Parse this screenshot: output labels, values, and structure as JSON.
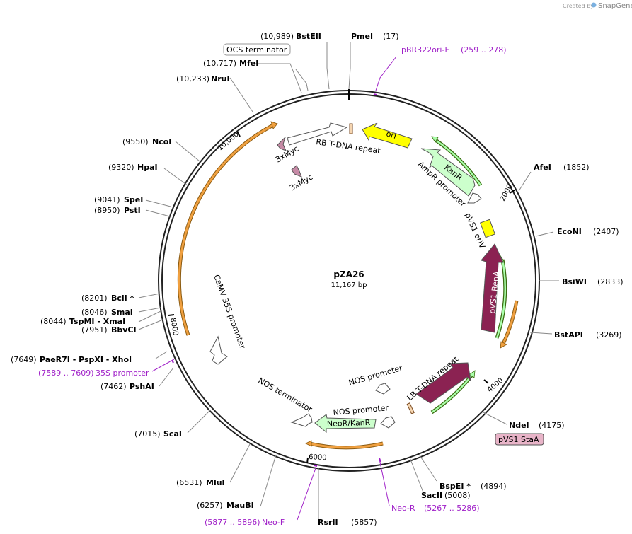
{
  "brand": {
    "created_by": "Created by",
    "name": "SnapGene"
  },
  "plasmid": {
    "name": "pZA26",
    "size": "11,167 bp"
  },
  "enzymes": [
    {
      "pos": "(10,989)",
      "name": "BstEII"
    },
    {
      "pos": "(17)",
      "name": "PmeI"
    },
    {
      "pos": "(10,717)",
      "name": "MfeI"
    },
    {
      "pos": "(10,233)",
      "name": "NruI"
    },
    {
      "pos": "(9550)",
      "name": "NcoI"
    },
    {
      "pos": "(9320)",
      "name": "HpaI"
    },
    {
      "pos": "(9041)",
      "name": "SpeI"
    },
    {
      "pos": "(8950)",
      "name": "PstI"
    },
    {
      "pos": "(8201)",
      "name": "BclI *"
    },
    {
      "pos": "(8046)",
      "name": "SmaI"
    },
    {
      "pos": "(8044)",
      "name": "TspMI  - XmaI"
    },
    {
      "pos": "(7951)",
      "name": "BbvCI"
    },
    {
      "pos": "(7649)",
      "name": "PaeR7I  - PspXI  - XhoI"
    },
    {
      "pos": "(7462)",
      "name": "PshAI"
    },
    {
      "pos": "(7015)",
      "name": "ScaI"
    },
    {
      "pos": "(6531)",
      "name": "MluI"
    },
    {
      "pos": "(6257)",
      "name": "MauBI"
    },
    {
      "pos": "(5857)",
      "name": "RsrII"
    },
    {
      "pos": "(5008)",
      "name": "SacII"
    },
    {
      "pos": "(4894)",
      "name": "BspEI *"
    },
    {
      "pos": "(4175)",
      "name": "NdeI"
    },
    {
      "pos": "(3269)",
      "name": "BstAPI"
    },
    {
      "pos": "(2833)",
      "name": "BsiWI"
    },
    {
      "pos": "(2407)",
      "name": "EcoNI"
    },
    {
      "pos": "(1852)",
      "name": "AfeI"
    }
  ],
  "primers": [
    {
      "name": "pBR322ori-F",
      "range": "(259 .. 278)"
    },
    {
      "name": "35S promoter",
      "range": "(7589 .. 7609)"
    },
    {
      "name": "Neo-F",
      "range": "(5877 .. 5896)"
    },
    {
      "name": "Neo-R",
      "range": "(5267 .. 5286)"
    }
  ],
  "boxed_features": {
    "ocs": "OCS terminator",
    "statsA": "pVS1 StaA"
  },
  "features": {
    "rb": "RB T-DNA repeat",
    "ori": "ori",
    "kanr": "KanR",
    "ampr": "AmpR promoter",
    "pvs1_oriv": "pVS1 oriV",
    "pvs1_repa": "pVS1 RepA",
    "lb": "LB T-DNA repeat",
    "nos_prom1": "NOS promoter",
    "nos_prom2": "NOS promoter",
    "neor": "NeoR/KanR",
    "nos_term": "NOS terminator",
    "camv": "CaMV 35S promoter",
    "myc1": "3xMyc",
    "myc2": "3xMyc"
  },
  "ticks": [
    "2000",
    "4000",
    "6000",
    "8000",
    "10,000"
  ],
  "colors": {
    "ori": "#ffff00",
    "kanr": "#ccffcc",
    "repa": "#8b2252",
    "myc": "#c68aa6",
    "primer": "#a020c8",
    "orange_arc": "#f0a040",
    "green_arc": "#60c030",
    "statsA_box": "#e8b4c8"
  }
}
